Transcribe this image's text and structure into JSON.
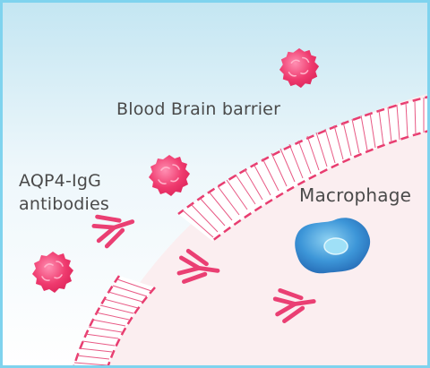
{
  "labels": {
    "barrier": "Blood Brain barrier",
    "antibodies_line1": "AQP4-IgG",
    "antibodies_line2": "antibodies",
    "macrophage": "Macrophage"
  },
  "colors": {
    "border": "#7fd3ee",
    "blood_top": "#c4e6f2",
    "brain_tissue": "#fbeef0",
    "membrane": "#e83d70",
    "antibody": "#ea3f73",
    "cell": "#ee2f68",
    "macrophage": "#2e7fc7",
    "text": "#4a4a4a"
  },
  "icons": {
    "cells": "red-blood-cell-icon",
    "antibodies": "antibody-y-icon",
    "macrophage": "macrophage-icon"
  }
}
